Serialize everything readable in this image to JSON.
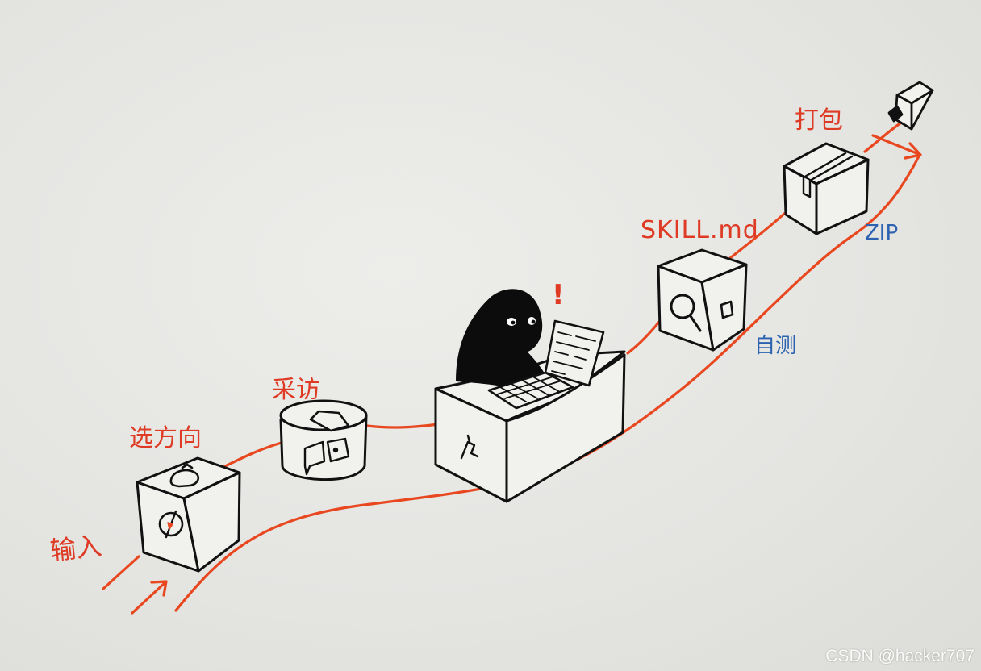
{
  "labels": {
    "input": "输入",
    "choose_direction": "选方向",
    "interview": "采访",
    "skill_md": "SKILL.md",
    "self_test": "自测",
    "package": "打包",
    "zip": "ZIP",
    "exclaim": "!"
  },
  "watermark": "CSDN @hacker707",
  "colors": {
    "ink": "#111111",
    "path": "#e8471f",
    "label_red": "#de3a24",
    "label_blue": "#2c62b0",
    "paper": "#e6e6e3"
  },
  "icons": [
    "compass-icon",
    "lightbulb-icon",
    "chat-bubbles-icon",
    "note-icon",
    "magnifier-icon",
    "package-box-icon",
    "keyboard-icon",
    "laptop-icon",
    "document-icon",
    "checkmark-icon",
    "stapler-icon",
    "character-icon"
  ]
}
